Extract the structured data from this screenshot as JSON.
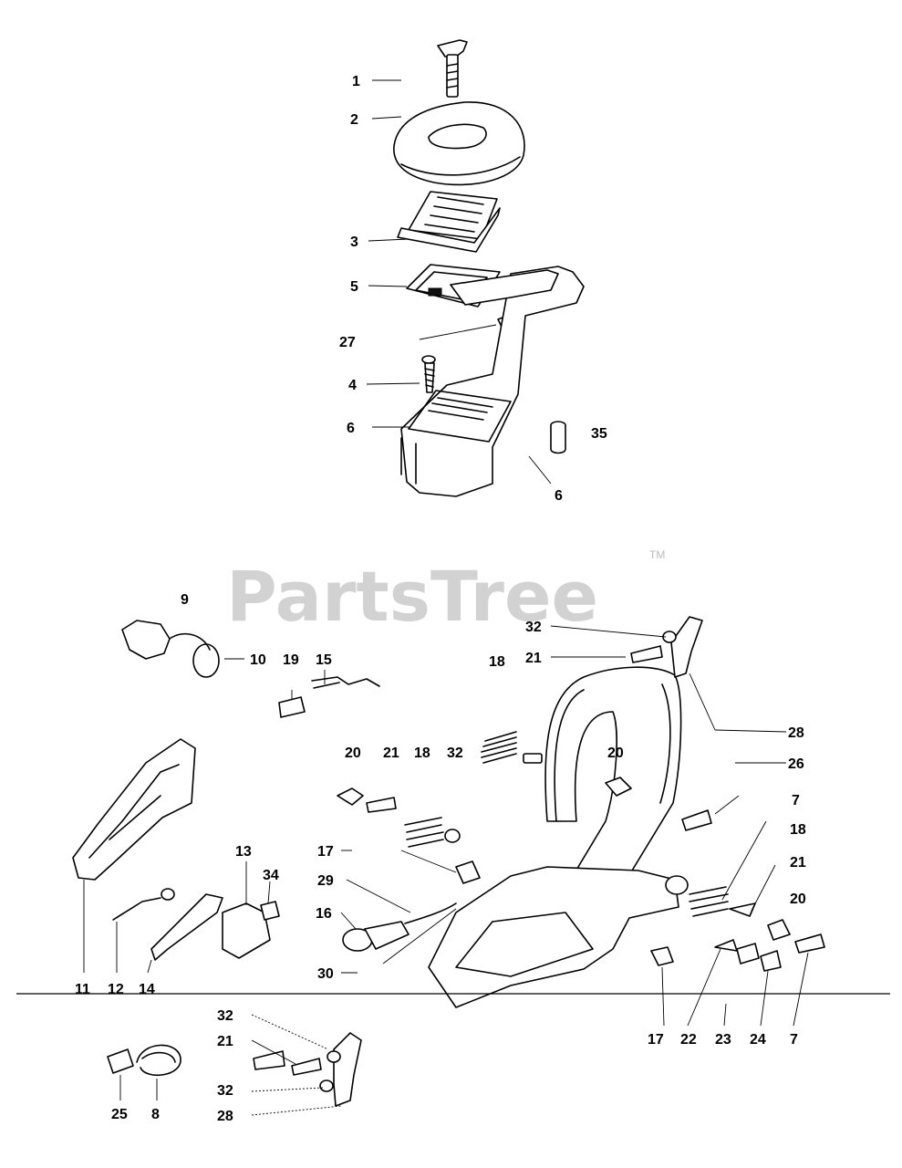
{
  "watermark": {
    "text": "PartsTree",
    "mark": "TM"
  },
  "labels": {
    "l1": "1",
    "l2": "2",
    "l3": "3",
    "l5": "5",
    "l27": "27",
    "l4": "4",
    "l6a": "6",
    "l6b": "6",
    "l35": "35",
    "l9": "9",
    "l10": "10",
    "l19": "19",
    "l15": "15",
    "l32a": "32",
    "l21a": "21",
    "l18a": "18",
    "l28a": "28",
    "l20a": "20",
    "l21b": "21",
    "l18b": "18",
    "l32b": "32",
    "l20b": "20",
    "l26": "26",
    "l7a": "7",
    "l18c": "18",
    "l17a": "17",
    "l29": "29",
    "l16": "16",
    "l30": "30",
    "l13": "13",
    "l34": "34",
    "l21c": "21",
    "l20c": "20",
    "l11": "11",
    "l12": "12",
    "l14": "14",
    "l17b": "17",
    "l22": "22",
    "l23": "23",
    "l24": "24",
    "l7b": "7",
    "l32c": "32",
    "l21d": "21",
    "l32d": "32",
    "l28b": "28",
    "l25": "25",
    "l8": "8"
  }
}
